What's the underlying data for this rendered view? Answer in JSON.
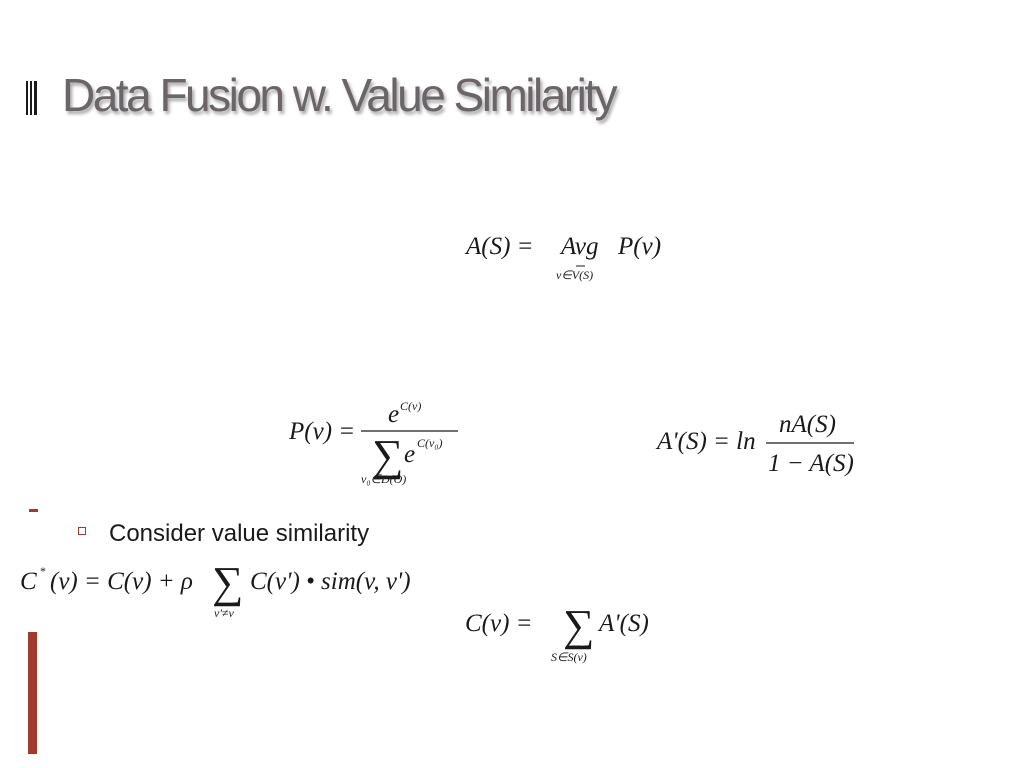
{
  "slide": {
    "title": "Data Fusion w. Value Similarity",
    "bullet": "Consider value similarity"
  },
  "colors": {
    "title": "#6b6468",
    "accent": "#a33a2e",
    "text": "#1a1a1a"
  },
  "equations": {
    "accuracy": {
      "lhs": "A(S) = ",
      "op": "Avg",
      "rhs": "P(v)",
      "sub": "v∈V(S)",
      "sub_overline": "V"
    },
    "probability": {
      "lhs": "P(v) = ",
      "num": "e",
      "num_sup": "C(v)",
      "den_sigma": "∑",
      "den": "e",
      "den_sup": "C(v₀)",
      "den_sub": "v₀∈D(O)"
    },
    "accuracy_score": {
      "lhs": "A'(S) = ln",
      "num": "nA(S)",
      "den": "1 − A(S)"
    },
    "similarity_conf": {
      "lhs": "C",
      "lhs_sup": "*",
      "mid": "(v) = C(v) + ρ",
      "sigma": "∑",
      "sigma_sub": "v'≠v",
      "rhs": "C(v') • sim(v, v')"
    },
    "confidence": {
      "lhs": "C(v) = ",
      "sigma": "∑",
      "sigma_sub": "S∈S(v)",
      "rhs": "A'(S)"
    }
  }
}
